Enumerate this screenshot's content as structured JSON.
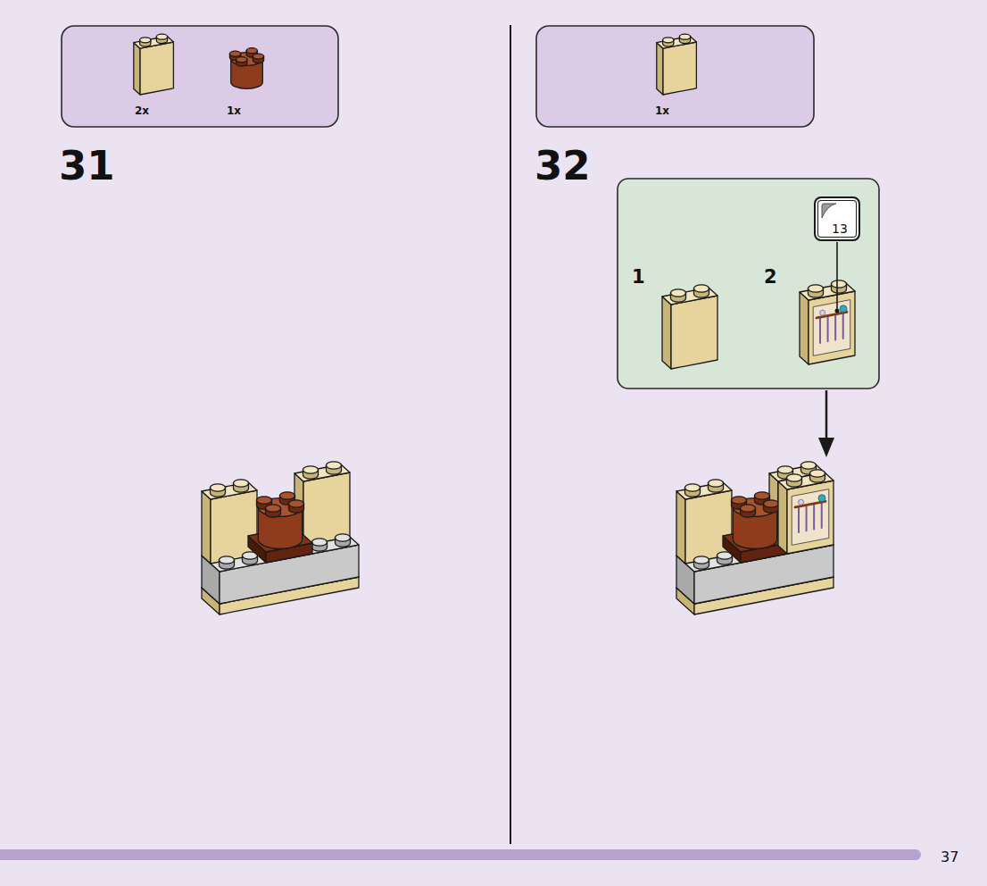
{
  "diagram": {
    "nodes": [
      {
        "text": [
          "2x",
          "1x"
        ]
      },
      {
        "text": [
          "1x"
        ]
      },
      {
        "text": [
          "1",
          "2"
        ]
      },
      {
        "text": [
          "13"
        ],
        "in": 2
      }
    ],
    "labels": [
      "31",
      "32",
      "37"
    ]
  }
}
